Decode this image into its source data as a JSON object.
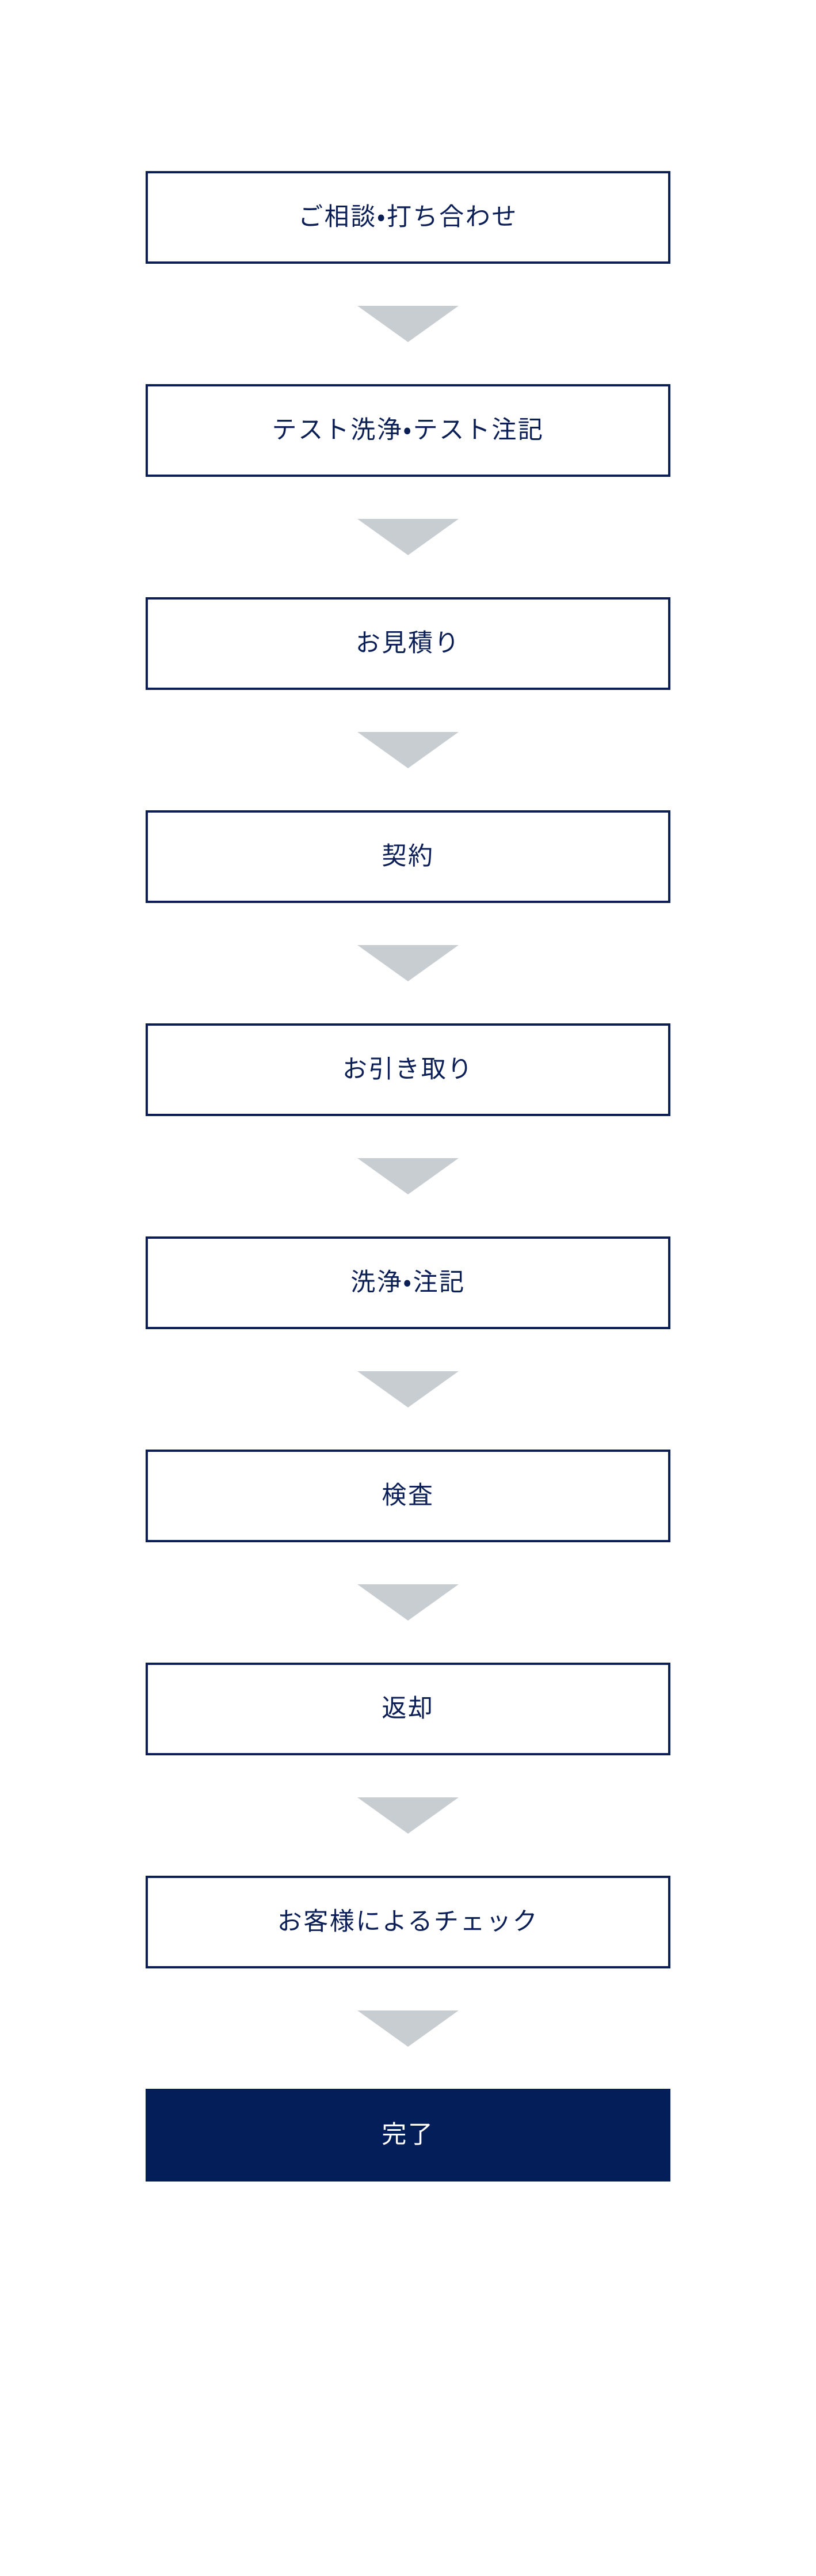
{
  "diagram": {
    "title": "flow-steps",
    "orientation": "vertical",
    "background_color": "#ffffff",
    "box_border_color": "#0b1f56",
    "box_text_color": "#0b1f56",
    "final_box_fill_color": "#041e5a",
    "final_box_text_color": "#ffffff",
    "arrow_color": "#c8cdd2",
    "arrow_icon": "triangle-down-icon",
    "steps": [
      {
        "index": 1,
        "label": "ご相談・打ち合わせ",
        "style": "outline"
      },
      {
        "index": 2,
        "label": "テスト洗浄・テスト注記",
        "style": "outline"
      },
      {
        "index": 3,
        "label": "お見積り",
        "style": "outline"
      },
      {
        "index": 4,
        "label": "契約",
        "style": "outline"
      },
      {
        "index": 5,
        "label": "お引き取り",
        "style": "outline"
      },
      {
        "index": 6,
        "label": "洗浄・注記",
        "style": "outline"
      },
      {
        "index": 7,
        "label": "検査",
        "style": "outline"
      },
      {
        "index": 8,
        "label": "返却",
        "style": "outline"
      },
      {
        "index": 9,
        "label": "お客様によるチェック",
        "style": "outline"
      },
      {
        "index": 10,
        "label": "完了",
        "style": "filled"
      }
    ]
  }
}
